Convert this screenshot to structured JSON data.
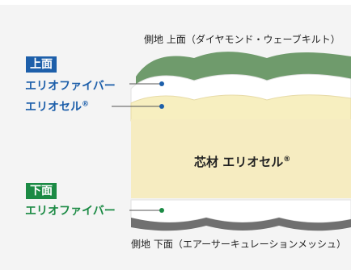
{
  "top_caption": "側地 上面（ダイヤモンド・ウェーブキルト）",
  "bottom_caption": "側地 下面（エアーサーキュレーションメッシュ）",
  "top_badge": "上面",
  "bottom_badge": "下面",
  "top_fiber_label": "エリオファイバー",
  "top_cell_label": "エリオセル",
  "core_label": "芯材 エリオセル",
  "bottom_fiber_label": "エリオファイバー",
  "registered_mark": "®",
  "colors": {
    "top_fabric": "#6f9b6c",
    "fiber": "#ffffff",
    "cell": "#f7efc0",
    "core": "#f6ecc1",
    "mesh": "#707070",
    "blue": "#1d5faa",
    "green": "#1b8a44"
  }
}
